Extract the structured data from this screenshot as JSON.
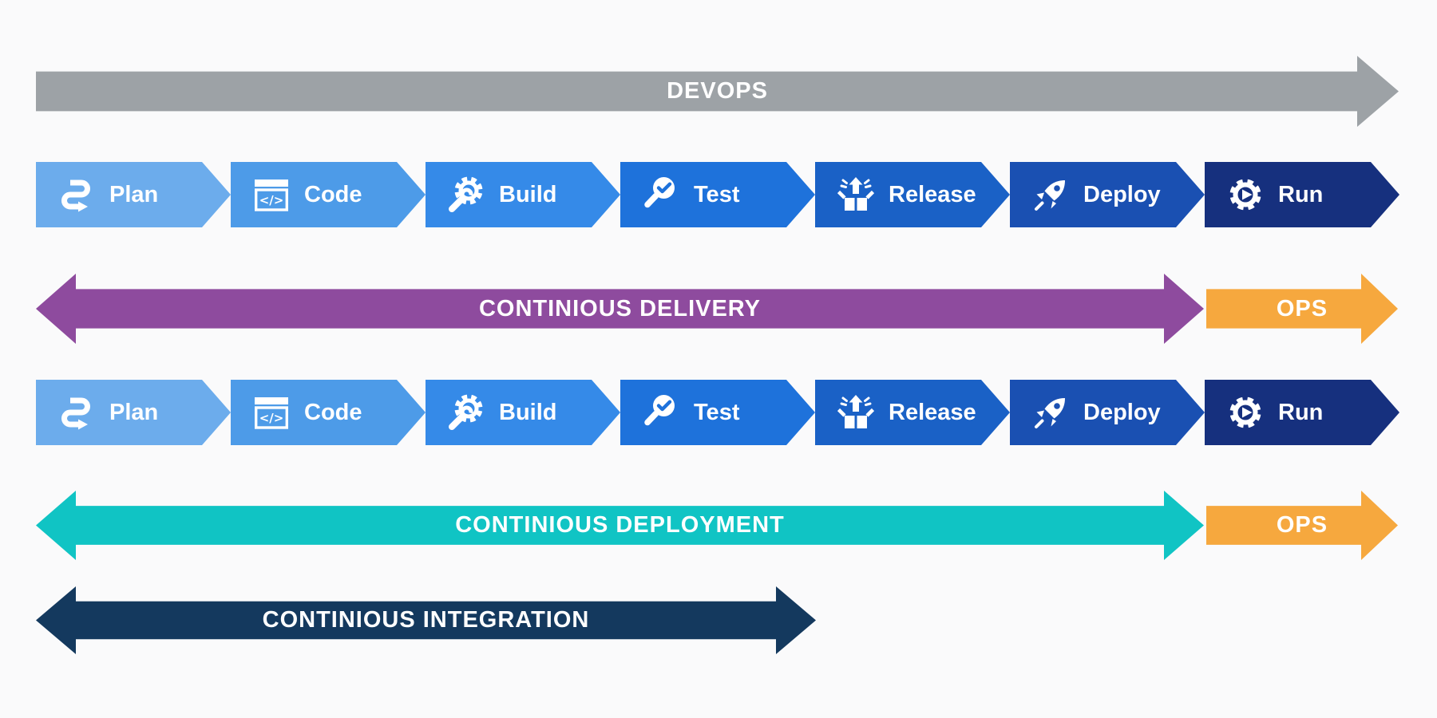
{
  "canvas": {
    "background": "#fafafb"
  },
  "banners": {
    "devops": {
      "label": "DEVOPS",
      "color": "#9da2a6"
    },
    "delivery": {
      "label": "CONTINIOUS DELIVERY",
      "color": "#8e4b9e"
    },
    "ops_top": {
      "label": "OPS",
      "color": "#f6a83e"
    },
    "deployment": {
      "label": "CONTINIOUS DEPLOYMENT",
      "color": "#10c4c4"
    },
    "ops_bottom": {
      "label": "OPS",
      "color": "#f6a83e"
    },
    "integration": {
      "label": "CONTINIOUS INTEGRATION",
      "color": "#14395e"
    }
  },
  "pipeline": {
    "rows": 2,
    "stages": [
      {
        "label": "Plan",
        "icon": "sprint-loop-icon",
        "color": "#6cacec"
      },
      {
        "label": "Code",
        "icon": "code-window-icon",
        "color": "#4d9be8"
      },
      {
        "label": "Build",
        "icon": "gear-wrench-icon",
        "color": "#358ae8"
      },
      {
        "label": "Test",
        "icon": "magnifier-check-icon",
        "color": "#1e72db"
      },
      {
        "label": "Release",
        "icon": "box-release-icon",
        "color": "#1a61c6"
      },
      {
        "label": "Deploy",
        "icon": "rocket-icon",
        "color": "#1a50b2"
      },
      {
        "label": "Run",
        "icon": "gear-play-icon",
        "color": "#16307e"
      }
    ]
  }
}
